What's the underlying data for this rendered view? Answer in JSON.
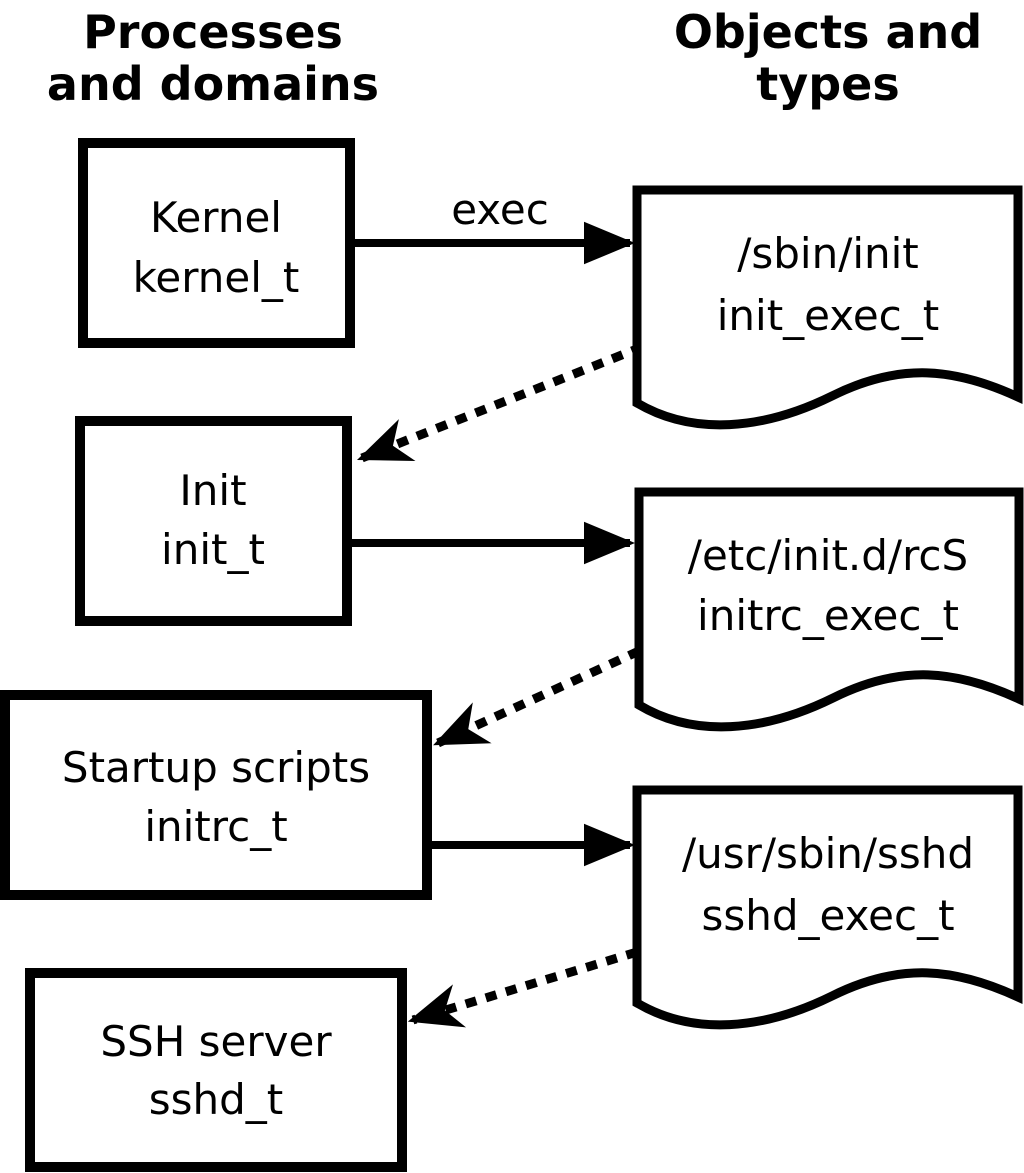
{
  "headers": {
    "left": {
      "line1": "Processes",
      "line2": "and domains"
    },
    "right": {
      "line1": "Objects and",
      "line2": "types"
    }
  },
  "processes": [
    {
      "name": "Kernel",
      "type": "kernel_t"
    },
    {
      "name": "Init",
      "type": "init_t"
    },
    {
      "name": "Startup scripts",
      "type": "initrc_t"
    },
    {
      "name": "SSH server",
      "type": "sshd_t"
    }
  ],
  "objects": [
    {
      "path": "/sbin/init",
      "type": "init_exec_t"
    },
    {
      "path": "/etc/init.d/rcS",
      "type": "initrc_exec_t"
    },
    {
      "path": "/usr/sbin/sshd",
      "type": "sshd_exec_t"
    }
  ],
  "edges": [
    {
      "from": "kernel_t",
      "to": "init_exec_t",
      "style": "solid",
      "label": "exec"
    },
    {
      "from": "init_exec_t",
      "to": "init_t",
      "style": "dotted",
      "label": ""
    },
    {
      "from": "init_t",
      "to": "initrc_exec_t",
      "style": "solid",
      "label": ""
    },
    {
      "from": "initrc_exec_t",
      "to": "initrc_t",
      "style": "dotted",
      "label": ""
    },
    {
      "from": "initrc_t",
      "to": "sshd_exec_t",
      "style": "solid",
      "label": ""
    },
    {
      "from": "sshd_exec_t",
      "to": "sshd_t",
      "style": "dotted",
      "label": ""
    }
  ],
  "colors": {
    "line": "#000000",
    "background": "#ffffff"
  }
}
